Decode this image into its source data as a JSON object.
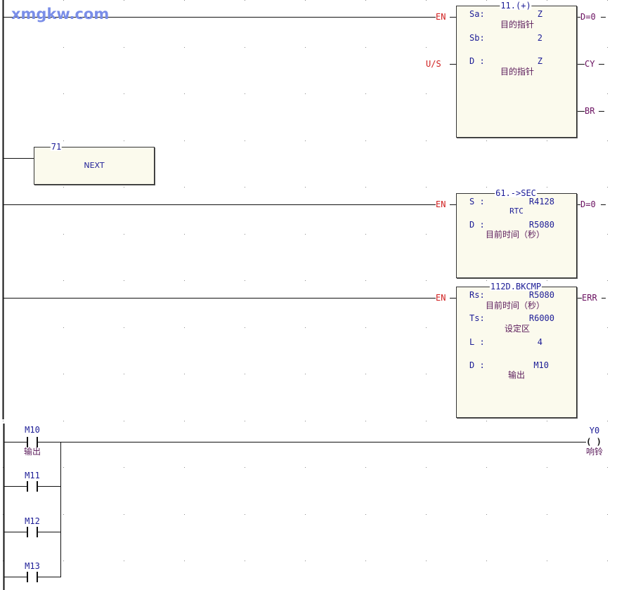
{
  "watermark": "xmgkw.com",
  "rungs": {
    "add": {
      "title": "11.(+)",
      "en": "EN",
      "us": "U/S",
      "sa_label": "Sa:",
      "sa_value": "Z",
      "sa_comment": "目的指针",
      "sb_label": "Sb:",
      "sb_value": "2",
      "d_label": "D :",
      "d_value": "Z",
      "d_comment": "目的指针",
      "out_d0": "D=0",
      "out_cy": "CY",
      "out_br": "BR"
    },
    "next": {
      "title": "71",
      "label": "NEXT"
    },
    "sec": {
      "title": "61.->SEC",
      "en": "EN",
      "s_label": "S :",
      "s_value": "R4128",
      "s_comment": "RTC",
      "d_label": "D :",
      "d_value": "R5080",
      "d_comment": "目前时间（秒）",
      "out_d0": "D=0"
    },
    "bkcmp": {
      "title": "112D.BKCMP",
      "en": "EN",
      "rs_label": "Rs:",
      "rs_value": "R5080",
      "rs_comment": "目前时间（秒）",
      "ts_label": "Ts:",
      "ts_value": "R6000",
      "ts_comment": "设定区",
      "l_label": "L :",
      "l_value": "4",
      "d_label": "D :",
      "d_value": "M10",
      "d_comment": "输出",
      "out_err": "ERR"
    },
    "output": {
      "contacts": [
        {
          "name": "M10",
          "comment": "输出"
        },
        {
          "name": "M11"
        },
        {
          "name": "M12"
        },
        {
          "name": "M13"
        }
      ],
      "coil": {
        "name": "Y0",
        "symbol": "( )",
        "comment": "响铃"
      }
    }
  }
}
